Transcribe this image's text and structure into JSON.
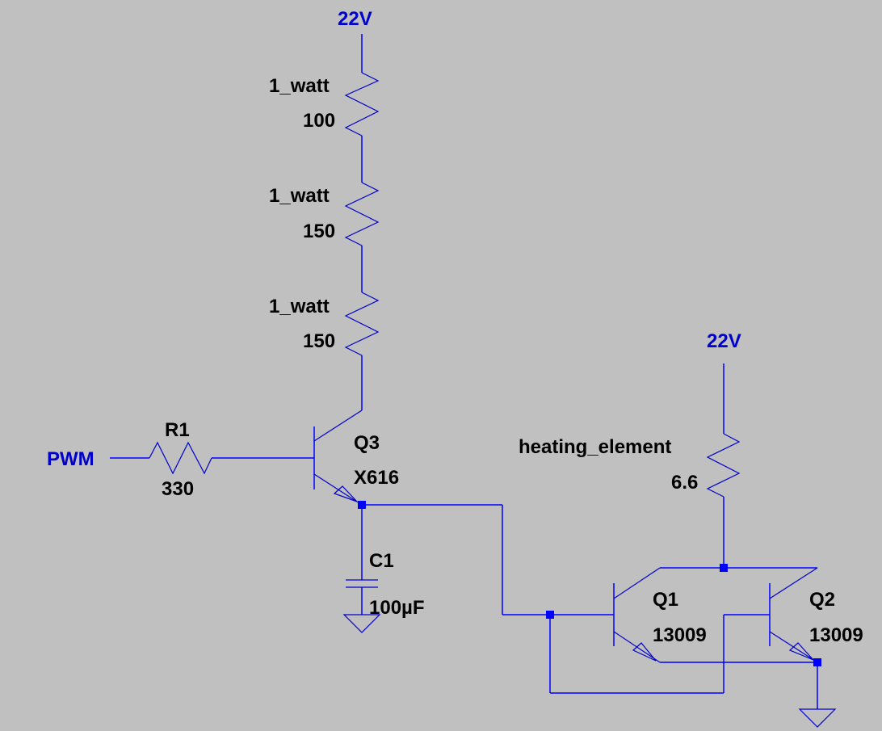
{
  "schematic": {
    "background_color": "#C0C0C0",
    "wire_color": "#0000FF",
    "label_color": "#000000",
    "net_label_color": "#0000CC",
    "net_labels": {
      "supply_top": "22V",
      "supply_right": "22V",
      "pwm": "PWM"
    },
    "components": {
      "r_top": {
        "name": "1_watt",
        "value": "100"
      },
      "r_mid": {
        "name": "1_watt",
        "value": "150"
      },
      "r_low": {
        "name": "1_watt",
        "value": "150"
      },
      "r1": {
        "name": "R1",
        "value": "330"
      },
      "q3": {
        "name": "Q3",
        "value": "X616"
      },
      "c1": {
        "name": "C1",
        "value": "100µF"
      },
      "heater": {
        "name": "heating_element",
        "value": "6.6"
      },
      "q1": {
        "name": "Q1",
        "value": "13009"
      },
      "q2": {
        "name": "Q2",
        "value": "13009"
      }
    }
  }
}
